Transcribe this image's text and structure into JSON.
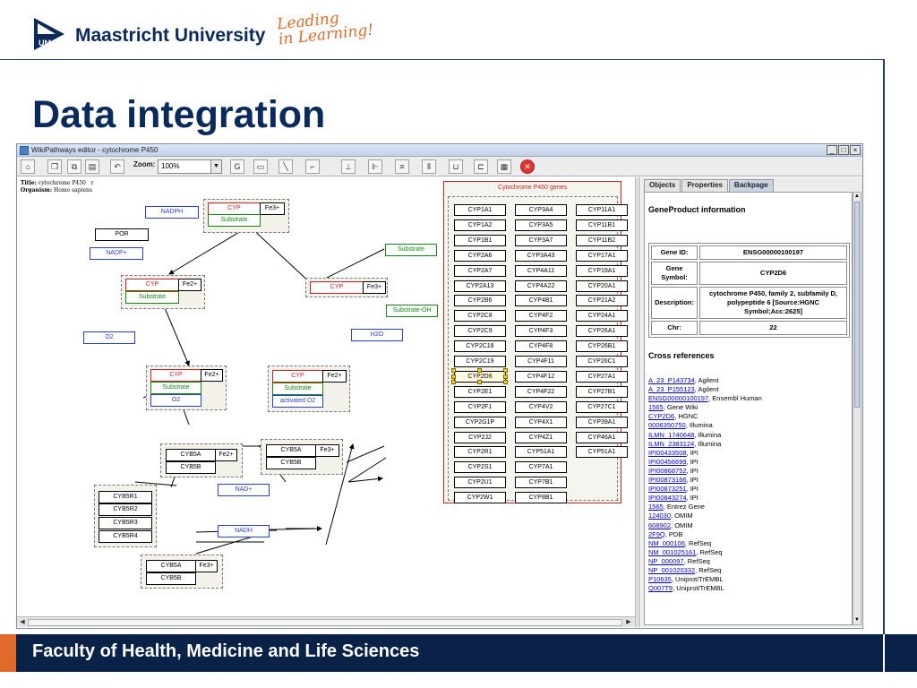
{
  "slide": {
    "university": "Maastricht University",
    "tagline_line1": "Leading",
    "tagline_line2": "in Learning!",
    "title": "Data integration",
    "footer": "Faculty of Health, Medicine and Life Sciences"
  },
  "window": {
    "title": "WikiPathways editor - cytochrome P450",
    "minimize": "_",
    "maximize": "□",
    "close": "×"
  },
  "toolbar": {
    "zoom_label": "Zoom:",
    "zoom_value": "100%"
  },
  "pathway": {
    "info_title_key": "Title:",
    "info_title": "cytochrome P450",
    "info_title_extra": "r",
    "info_org_key": "Organism:",
    "info_org": "Homo sapiens",
    "nodes": {
      "nadph": "NADPH",
      "por": "POR",
      "nadp_plus": "NADP+",
      "o2": "O2",
      "h2o": "H2O",
      "substrate_top_right": "Substrate",
      "substrate_oh": "Substrate-OH",
      "nad_plus": "NAD+",
      "nadh": "NADH"
    },
    "cyp_top": {
      "cyp": "CYP",
      "fe": "Fe3+",
      "sub": "Substrate"
    },
    "cyp_left": {
      "cyp": "CYP",
      "fe": "Fe2+",
      "sub": "Substrate"
    },
    "cyp_right": {
      "cyp": "CYP",
      "fe": "Fe3+"
    },
    "cyp_bottom_left": {
      "cyp": "CYP",
      "fe": "Fe2+",
      "sub": "Substrate",
      "o2": "O2"
    },
    "cyp_bottom_right": {
      "cyp": "CYP",
      "fe": "Fe2+",
      "sub": "Substrate",
      "ao2": "activated O2"
    },
    "cyb_left": {
      "a": "CYB5A",
      "fe": "Fe2+",
      "b": "CYB5B"
    },
    "cyb_right": {
      "a": "CYB5A",
      "fe": "Fe3+",
      "b": "CYB5B"
    },
    "cyb_bottom": {
      "a": "CYB5A",
      "fe": "Fe3+",
      "b": "CYB5B"
    },
    "cyb5r": [
      "CYB5R1",
      "CYB5R2",
      "CYB5R3",
      "CYB5R4"
    ],
    "genes_label": "Cytochrome P450 genes",
    "genes_col1": [
      "CYP1A1",
      "CYP1A2",
      "CYP1B1",
      "CYP2A6",
      "CYP2A7",
      "CYP2A13",
      "CYP2B6",
      "CYP2C8",
      "CYP2C9",
      "CYP2C18",
      "CYP2C19",
      "CYP2D6",
      "CYP2E1",
      "CYP2F1",
      "CYP2G1P",
      "CYP2J2",
      "CYP2R1",
      "CYP2S1",
      "CYP2U1",
      "CYP2W1"
    ],
    "genes_col2": [
      "CYP3A4",
      "CYP3A5",
      "CYP3A7",
      "CYP3A43",
      "CYP4A11",
      "CYP4A22",
      "CYP4B1",
      "CYP4F2",
      "CYP4F3",
      "CYP4F8",
      "CYP4F11",
      "CYP4F12",
      "CYP4F22",
      "CYP4V2",
      "CYP4X1",
      "CYP4Z1",
      "CYP51A1",
      "CYP7A1",
      "CYP7B1",
      "CYP8B1"
    ],
    "genes_col3": [
      "CYP11A1",
      "CYP11B1",
      "CYP11B2",
      "CYP17A1",
      "CYP19A1",
      "CYP20A1",
      "CYP21A2",
      "CYP24A1",
      "CYP26A1",
      "CYP26B1",
      "CYP26C1",
      "CYP27A1",
      "CYP27B1",
      "CYP27C1",
      "CYP39A1",
      "CYP46A1",
      "CYP51A1"
    ]
  },
  "panel": {
    "tabs": [
      "Objects",
      "Properties",
      "Backpage"
    ],
    "active_tab": "Backpage",
    "heading": "GeneProduct information",
    "gene_id_label": "Gene ID:",
    "gene_id": "ENSG00000100197",
    "symbol_label": "Gene Symbol:",
    "symbol": "CYP2D6",
    "description_label": "Description:",
    "description": "cytochrome P450, family 2, subfamily D, polypeptide 6 [Source:HGNC Symbol;Acc:2625]",
    "chr_label": "Chr:",
    "chr": "22",
    "cross_heading": "Cross references",
    "cross_refs": [
      {
        "id": "A_23_P143734",
        "src": ", Agilent"
      },
      {
        "id": "A_23_P155123",
        "src": ", Agilent"
      },
      {
        "id": "ENSG00000100197",
        "src": ", Ensembl Human"
      },
      {
        "id": "1565",
        "src": ", Gene Wiki"
      },
      {
        "id": "CYP2D6",
        "src": ", HGNC"
      },
      {
        "id": "0006350750",
        "src": ", Illumina"
      },
      {
        "id": "ILMN_1740648",
        "src": ", Illumina"
      },
      {
        "id": "ILMN_2383124",
        "src": ", Illumina"
      },
      {
        "id": "IPI00433508",
        "src": ", IPI"
      },
      {
        "id": "IPI00456699",
        "src": ", IPI"
      },
      {
        "id": "IPI00868752",
        "src": ", IPI"
      },
      {
        "id": "IPI00873166",
        "src": ", IPI"
      },
      {
        "id": "IPI00873251",
        "src": ", IPI"
      },
      {
        "id": "IPI00843274",
        "src": ", IPI"
      },
      {
        "id": "1565",
        "src": ", Entrez Gene"
      },
      {
        "id": "124030",
        "src": ", OMIM"
      },
      {
        "id": "608902",
        "src": ", OMIM"
      },
      {
        "id": "2F9Q",
        "src": ", PDB"
      },
      {
        "id": "NM_000106",
        "src": ", RefSeq"
      },
      {
        "id": "NM_001025161",
        "src": ", RefSeq"
      },
      {
        "id": "NP_000097",
        "src": ", RefSeq"
      },
      {
        "id": "NP_001020332",
        "src": ", RefSeq"
      },
      {
        "id": "P10635",
        "src": ", Uniprot/TrEMBL"
      },
      {
        "id": "Q007T9",
        "src": ", Uniprot/TrEMBL"
      }
    ]
  },
  "colors": {
    "brand_navy": "#0b2a5c",
    "brand_orange": "#e06a2a",
    "node_red": "#d02020",
    "node_green": "#138a13",
    "node_blue": "#2a3fd8",
    "link": "#0000d8"
  }
}
